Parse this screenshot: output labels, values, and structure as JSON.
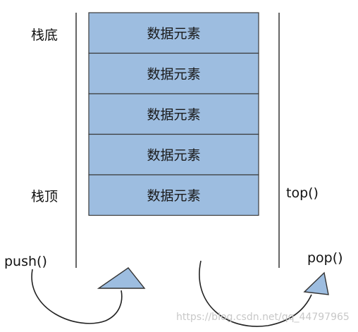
{
  "stack": {
    "bottom_label": "栈底",
    "top_label": "栈顶",
    "elements": [
      "数据元素",
      "数据元素",
      "数据元素",
      "数据元素",
      "数据元素"
    ]
  },
  "operations": {
    "top": "top()",
    "push": "push()",
    "pop": "pop()"
  },
  "watermark": "https://blog.csdn.net/qq_44797965",
  "colors": {
    "cell_fill": "#9dbde0",
    "cell_stroke": "#3a3a3a",
    "wall": "#333333",
    "arrow_fill": "#9dbde0"
  }
}
